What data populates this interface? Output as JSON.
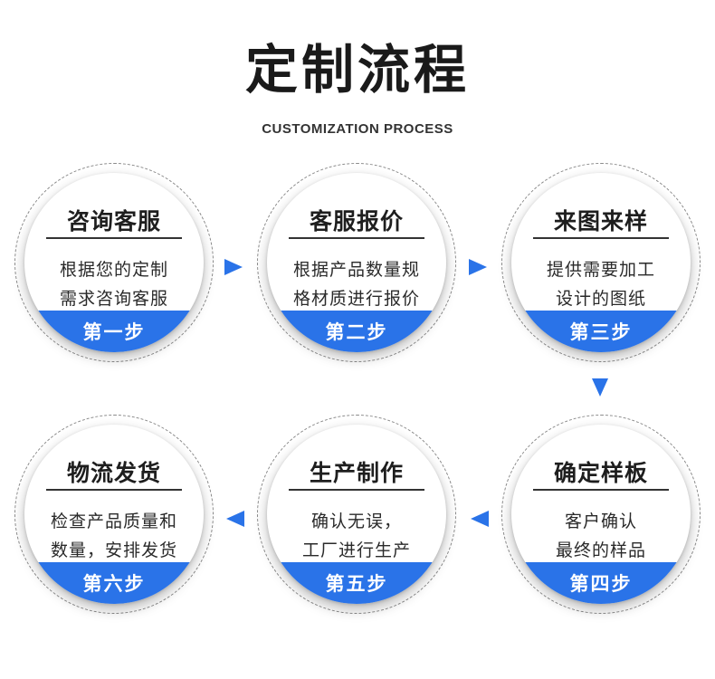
{
  "header": {
    "title": "定制流程",
    "subtitle": "CUSTOMIZATION PROCESS"
  },
  "colors": {
    "accent": "#2a73e8",
    "text": "#1e1e1e",
    "ring": "#8a8a8a"
  },
  "steps": [
    {
      "title": "咨询客服",
      "line1": "根据您的定制",
      "line2": "需求咨询客服",
      "badge": "第一步"
    },
    {
      "title": "客服报价",
      "line1": "根据产品数量规",
      "line2": "格材质进行报价",
      "badge": "第二步"
    },
    {
      "title": "来图来样",
      "line1": "提供需要加工",
      "line2": "设计的图纸",
      "badge": "第三步"
    },
    {
      "title": "确定样板",
      "line1": "客户确认",
      "line2": "最终的样品",
      "badge": "第四步"
    },
    {
      "title": "生产制作",
      "line1": "确认无误，",
      "line2": "工厂进行生产",
      "badge": "第五步"
    },
    {
      "title": "物流发货",
      "line1": "检查产品质量和",
      "line2": "数量，安排发货",
      "badge": "第六步"
    }
  ],
  "arrows": [
    {
      "icon": "arrow-right-icon"
    },
    {
      "icon": "arrow-right-icon"
    },
    {
      "icon": "arrow-down-icon"
    },
    {
      "icon": "arrow-left-icon"
    },
    {
      "icon": "arrow-left-icon"
    }
  ]
}
